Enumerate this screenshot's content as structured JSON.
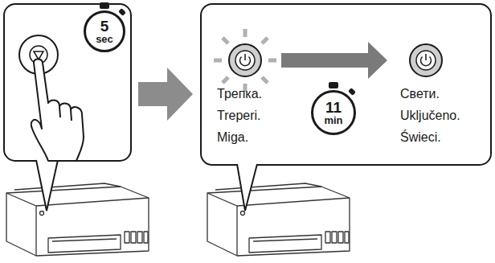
{
  "diagram": {
    "nodes": [
      {
        "text": [
          "5",
          "sec"
        ]
      },
      {
        "text": [
          "11",
          "min"
        ]
      }
    ],
    "labels": [
      "Трепка.",
      "Treperi.",
      "Miga.",
      "Свети.",
      "Uključeno.",
      "Świeci."
    ]
  }
}
